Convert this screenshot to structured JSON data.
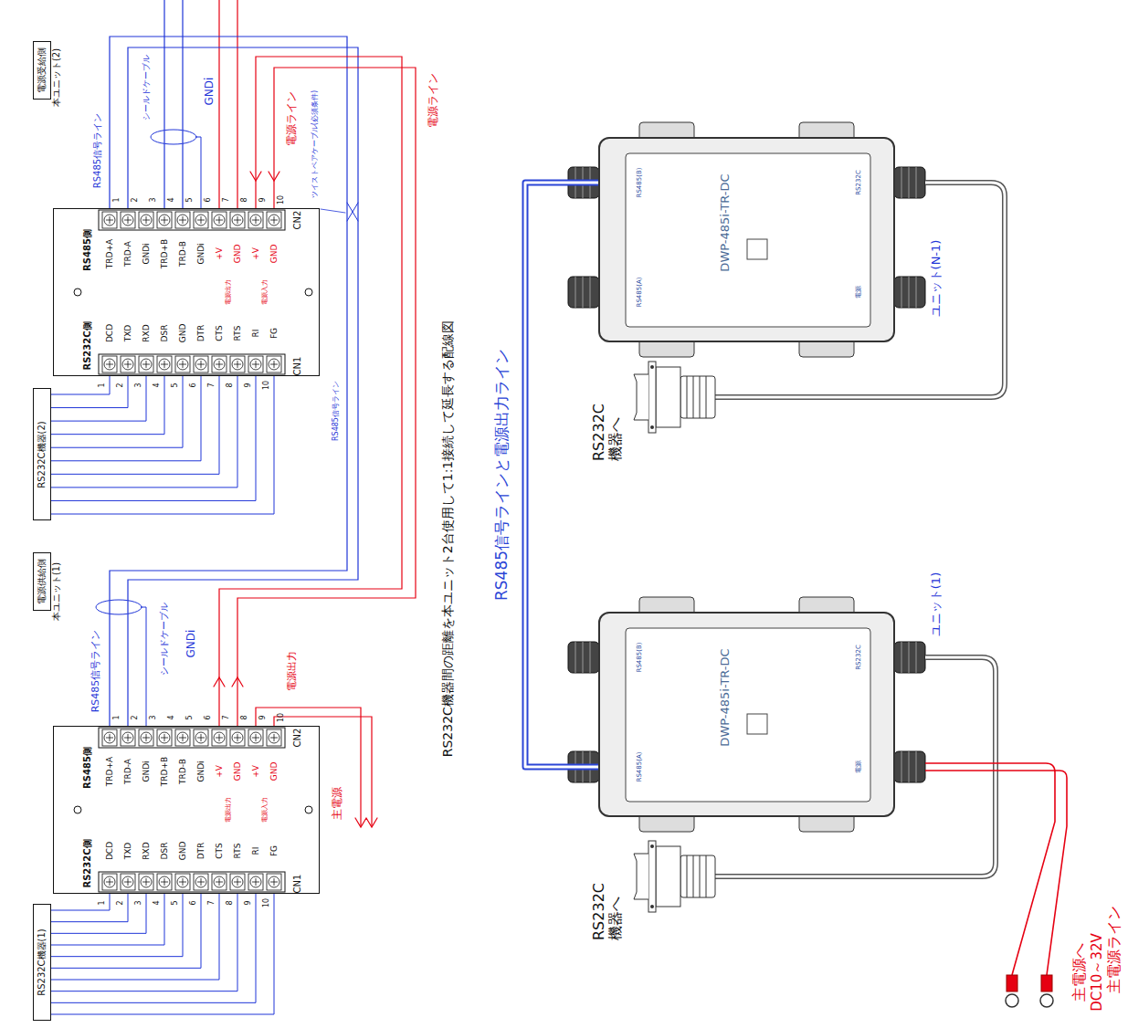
{
  "diagram": {
    "caption": "RS232C機器間の距離を本ユニット2台使用して1:1接続して延長する配線図",
    "nodes": [
      {
        "text": [
          "電源受給側"
        ]
      },
      {
        "text": [
          "RS485側",
          "RS232C側",
          "CN2",
          "CN1"
        ]
      },
      {
        "text": [
          "RS232C機器(2)"
        ]
      },
      {
        "text": [
          "電源供給側"
        ]
      },
      {
        "text": [
          "RS485側",
          "RS232C側",
          "CN2",
          "CN1"
        ]
      },
      {
        "text": [
          "RS232C機器(1)"
        ]
      },
      {
        "text": [
          "DWP-485i-TR-DC"
        ]
      },
      {
        "text": [
          "DWP-485i-TR-DC"
        ]
      }
    ],
    "edges": [
      {
        "from": 2,
        "to": 1,
        "arrow": "none"
      },
      {
        "from": 4,
        "to": 1,
        "arrow": "none"
      },
      {
        "from": 5,
        "to": 4,
        "arrow": "none"
      },
      {
        "from": 7,
        "to": 6,
        "label": "RS485信号ラインと電源出力ライン",
        "arrow": "none"
      }
    ],
    "labels": [
      "1",
      "2",
      "3",
      "4",
      "5",
      "6",
      "7",
      "8",
      "9",
      "10",
      "TRD+A",
      "TRD-A",
      "GNDi",
      "TRD+B",
      "TRD-B",
      "GNDi",
      "+V",
      "GND",
      "+V",
      "GND",
      "電源出力",
      "電源入力",
      "DCD",
      "TXD",
      "RXD",
      "DSR",
      "GND",
      "DTR",
      "CTS",
      "RTS",
      "RI",
      "FG",
      "1",
      "2",
      "3",
      "4",
      "5",
      "6",
      "7",
      "8",
      "9",
      "10",
      "1",
      "2",
      "3",
      "4",
      "5",
      "6",
      "7",
      "8",
      "9",
      "10",
      "TRD+A",
      "TRD-A",
      "GNDi",
      "TRD+B",
      "TRD-B",
      "GNDi",
      "+V",
      "GND",
      "+V",
      "GND",
      "電源出力",
      "電源入力",
      "DCD",
      "TXD",
      "RXD",
      "DSR",
      "GND",
      "DTR",
      "CTS",
      "RTS",
      "RI",
      "FG",
      "1",
      "2",
      "3",
      "4",
      "5",
      "6",
      "7",
      "8",
      "9",
      "10",
      "本ユニット(2)",
      "本ユニット(1)",
      "RS485信号ライン",
      "シールドケーブル",
      "GNDi",
      "電源ライン",
      "ツイストペアケーブル(必須条件)",
      "電源ライン",
      "RS485信号ライン",
      "RS485信号ライン",
      "シールドケーブル",
      "GNDi",
      "電源出力",
      "主電源",
      "ユニット(N-1)",
      "ユニット(1)",
      "RS232C 機器へ",
      "RS232C 機器へ",
      "主電源へ",
      "DC10～32V",
      "主電源ライン",
      "RS485(B)",
      "RS485(A)",
      "RS232C",
      "電源",
      "RS485(B)",
      "RS485(A)",
      "RS232C",
      "電源"
    ]
  }
}
